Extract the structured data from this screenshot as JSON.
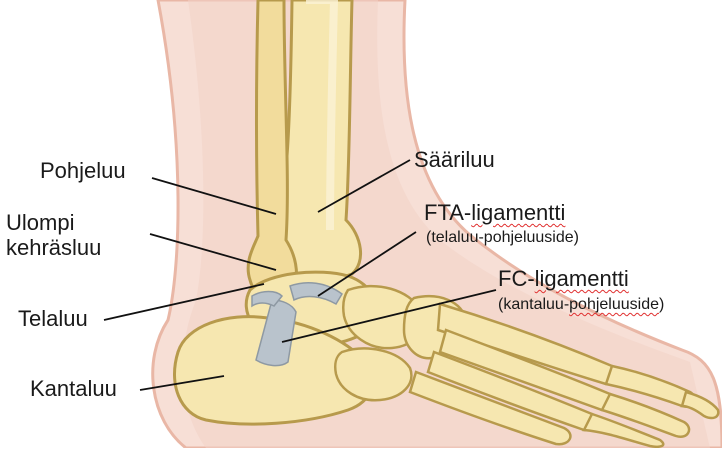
{
  "labels": {
    "pohjeluu": "Pohjeluu",
    "saariluu": "Sääriluu",
    "ulompi_line1": "Ulompi",
    "ulompi_line2": "kehräsluu",
    "fta_prefix": "FTA-",
    "fta_word": "ligamentti",
    "fta_sub": "(telaluu-pohjeluuside)",
    "telaluu": "Telaluu",
    "fc_prefix": "FC-",
    "fc_word": "ligamentti",
    "fc_sub_pre": "(kantaluu-",
    "fc_sub_word": "pohjeluuside",
    "fc_sub_post": ")",
    "kantaluu": "Kantaluu"
  },
  "colors": {
    "skin": "#f7dfd6",
    "skin_edge": "#e9b7a6",
    "bone": "#f6e7b0",
    "bone_edge": "#b79a4c",
    "ligament": "#b9c3cc",
    "leader": "#111111"
  }
}
